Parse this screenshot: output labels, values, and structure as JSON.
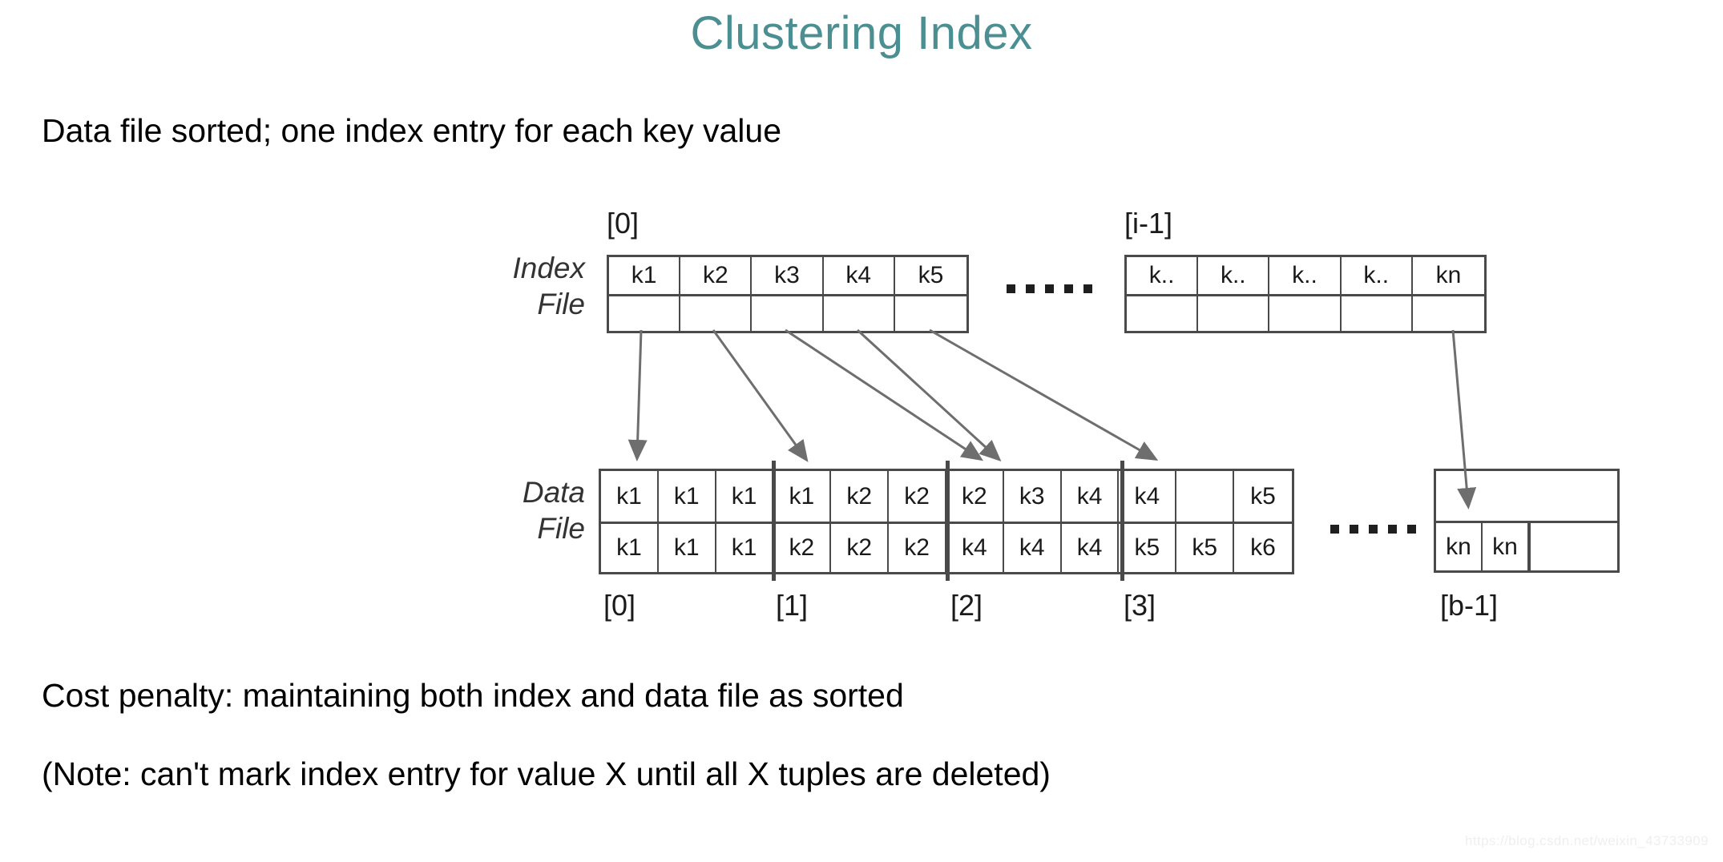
{
  "slide": {
    "title": "Clustering Index",
    "title_color": "#4b8f92",
    "intro_text": "Data file sorted; one index entry for each key value",
    "cost_text": "Cost penalty: maintaining both index and data file as sorted",
    "note_text": "(Note: can't mark index entry for value X until all X tuples are deleted)",
    "watermark": "https://blog.csdn.net/weixin_43733909"
  },
  "labels": {
    "index_file": "Index\nFile",
    "index_file_line1": "Index",
    "index_file_line2": "File",
    "data_file_line1": "Data",
    "data_file_line2": "File",
    "index_block_0": "[0]",
    "index_block_n": "[i-1]",
    "data_block_0": "[0]",
    "data_block_1": "[1]",
    "data_block_2": "[2]",
    "data_block_3": "[3]",
    "data_block_last": "[b-1]"
  },
  "colors": {
    "k1": "#1a1a1a",
    "k2": "#c0622a",
    "k3": "#4a7d2c",
    "k4": "#2f5f9e",
    "k5": "#1a1a1a",
    "k6": "#1a1a1a",
    "kn": "#1a1a1a",
    "border": "#4a4a4a",
    "arrow": "#6e6e6e"
  },
  "index_file": {
    "block_0": {
      "keys": [
        {
          "text": "k1",
          "color_class": "k-black"
        },
        {
          "text": "k2",
          "color_class": "k-orange"
        },
        {
          "text": "k3",
          "color_class": "k-green"
        },
        {
          "text": "k4",
          "color_class": "k-blue"
        },
        {
          "text": "k5",
          "color_class": "k-black"
        }
      ],
      "pointers": [
        "",
        "",
        "",
        "",
        ""
      ]
    },
    "block_n": {
      "keys": [
        {
          "text": "k..",
          "color_class": "k-black"
        },
        {
          "text": "k..",
          "color_class": "k-black"
        },
        {
          "text": "k..",
          "color_class": "k-black"
        },
        {
          "text": "k..",
          "color_class": "k-black"
        },
        {
          "text": "kn",
          "color_class": "k-black"
        }
      ],
      "pointers": [
        "",
        "",
        "",
        "",
        ""
      ]
    }
  },
  "data_file": {
    "main": {
      "row1": [
        {
          "text": "k1",
          "color_class": "k-black"
        },
        {
          "text": "k1",
          "color_class": "k-black"
        },
        {
          "text": "k1",
          "color_class": "k-black"
        },
        {
          "text": "k1",
          "color_class": "k-black"
        },
        {
          "text": "k2",
          "color_class": "k-orange"
        },
        {
          "text": "k2",
          "color_class": "k-orange"
        },
        {
          "text": "k2",
          "color_class": "k-orange"
        },
        {
          "text": "k3",
          "color_class": "k-green"
        },
        {
          "text": "k4",
          "color_class": "k-blue"
        },
        {
          "text": "k4",
          "color_class": "k-blue"
        },
        {
          "text": "",
          "color_class": "k-black"
        },
        {
          "text": "k5",
          "color_class": "k-black"
        }
      ],
      "row2": [
        {
          "text": "k1",
          "color_class": "k-black"
        },
        {
          "text": "k1",
          "color_class": "k-black"
        },
        {
          "text": "k1",
          "color_class": "k-black"
        },
        {
          "text": "k2",
          "color_class": "k-orange"
        },
        {
          "text": "k2",
          "color_class": "k-orange"
        },
        {
          "text": "k2",
          "color_class": "k-orange"
        },
        {
          "text": "k4",
          "color_class": "k-blue"
        },
        {
          "text": "k4",
          "color_class": "k-blue"
        },
        {
          "text": "k4",
          "color_class": "k-blue"
        },
        {
          "text": "k5",
          "color_class": "k-black"
        },
        {
          "text": "k5",
          "color_class": "k-black"
        },
        {
          "text": "k6",
          "color_class": "k-black"
        }
      ]
    },
    "last": {
      "row1": [
        {
          "text": "",
          "color_class": "k-black"
        }
      ],
      "row2": [
        {
          "text": "kn",
          "color_class": "k-black"
        },
        {
          "text": "kn",
          "color_class": "k-black"
        },
        {
          "text": "",
          "color_class": "k-black"
        }
      ]
    }
  },
  "ellipsis": {
    "index_dots": 5,
    "data_dots": 5
  },
  "arrows": [
    {
      "name": "arrow-k1",
      "from_key": "k1",
      "to_block": "[0]"
    },
    {
      "name": "arrow-k2",
      "from_key": "k2",
      "to_block": "[1]"
    },
    {
      "name": "arrow-k3",
      "from_key": "k3",
      "to_block": "[2]"
    },
    {
      "name": "arrow-k4",
      "from_key": "k4",
      "to_block": "[2]"
    },
    {
      "name": "arrow-k5",
      "from_key": "k5",
      "to_block": "[3]"
    },
    {
      "name": "arrow-kn",
      "from_key": "kn",
      "to_block": "[b-1]"
    }
  ]
}
